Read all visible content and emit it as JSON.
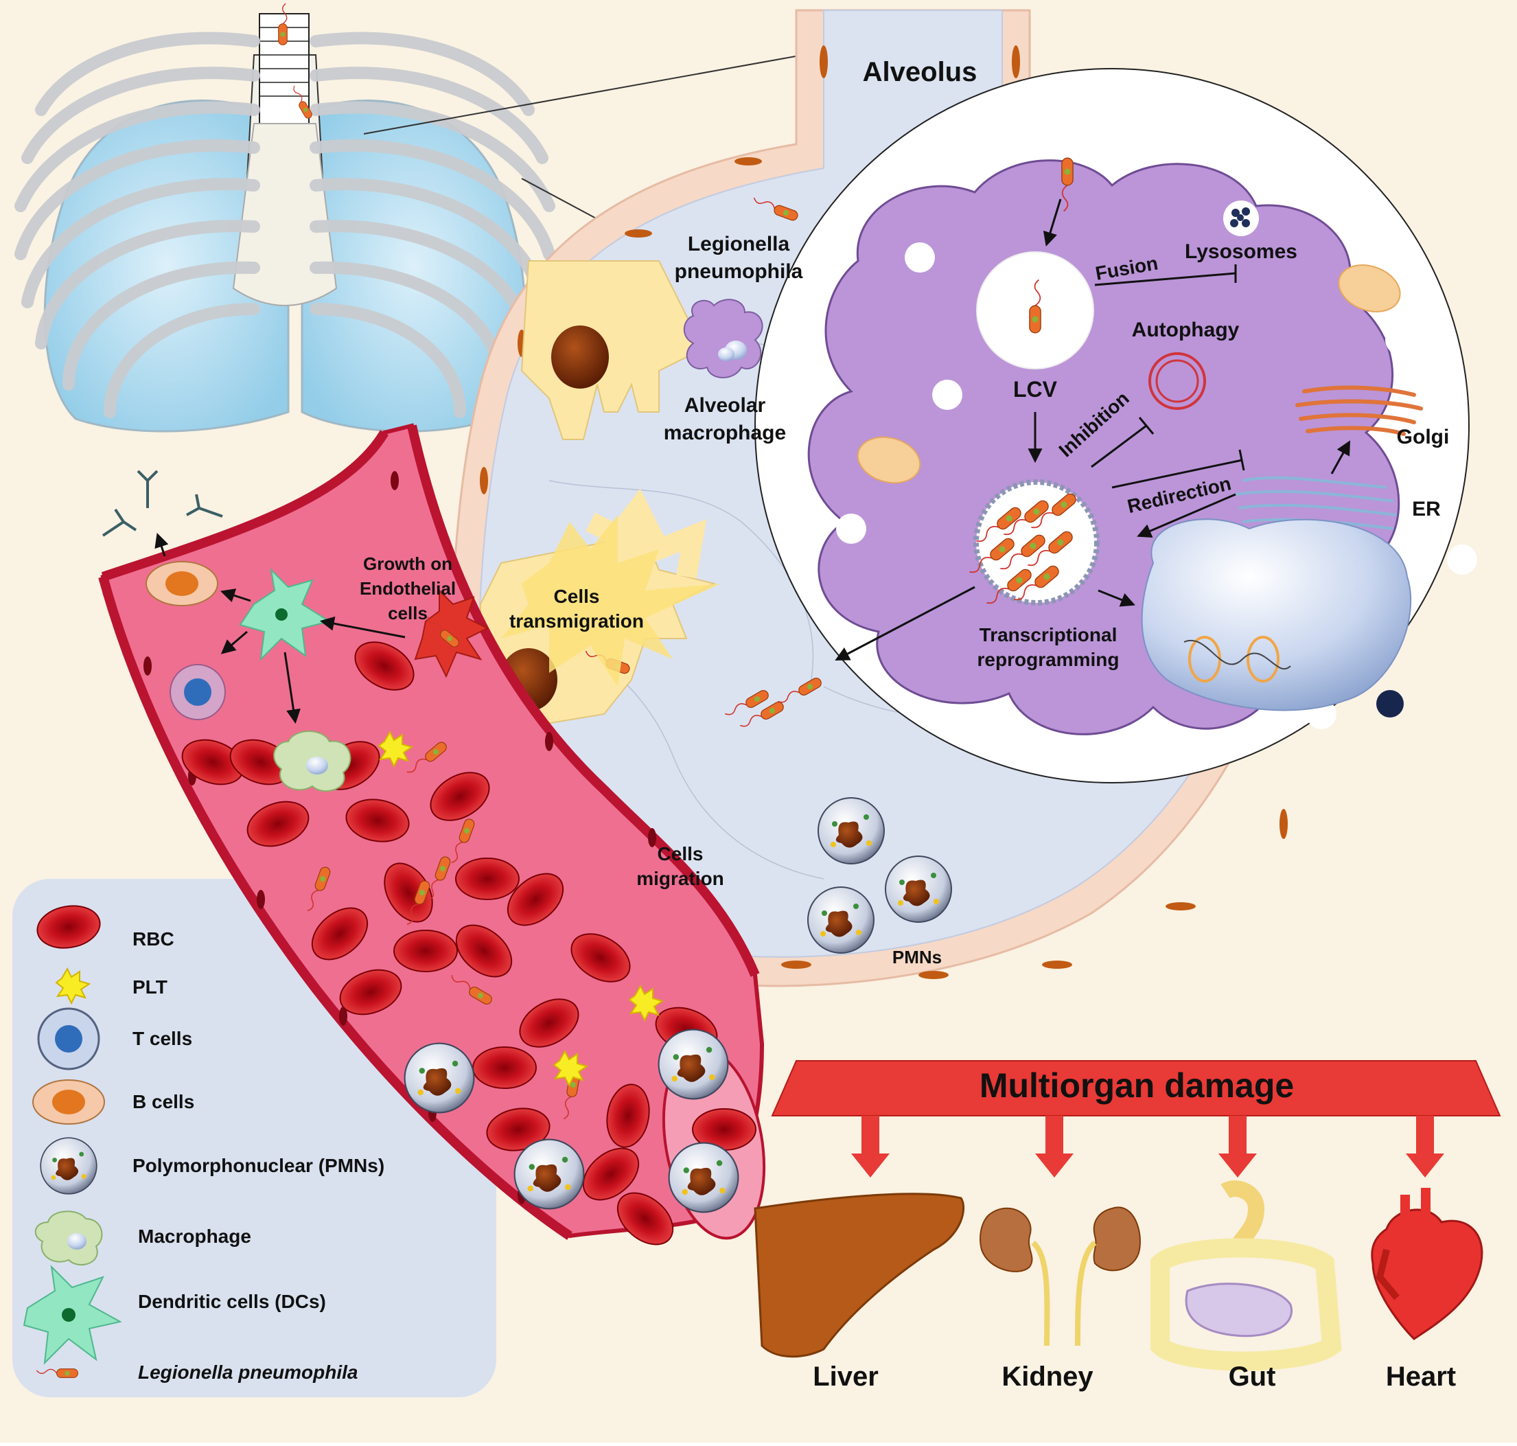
{
  "colors": {
    "background": "#faf2e3",
    "alveolus_wall": "#f6d9c6",
    "alveolus_lumen": "#dbe3f1",
    "macrophage_cytoplasm": "#bb95d8",
    "vessel": "#ef6f91",
    "vessel_inner": "#f59db5",
    "rbc": "#c8111d",
    "legend_panel": "#d9e1ef",
    "banner": "#e83a36",
    "bacterium": "#ea6e2a"
  },
  "labels": {
    "alveolus": "Alveolus",
    "legionella_line1": "Legionella",
    "legionella_line2": "pneumophila",
    "alveolar_macrophage_line1": "Alveolar",
    "alveolar_macrophage_line2": "macrophage",
    "lysosomes": "Lysosomes",
    "fusion": "Fusion",
    "autophagy": "Autophagy",
    "lcv": "LCV",
    "inhibition": "Inhibition",
    "golgi": "Golgi",
    "redirection": "Redirection",
    "er": "ER",
    "transcriptional_line1": "Transcriptional",
    "transcriptional_line2": "reprogramming",
    "growth_line1": "Growth on",
    "growth_line2": "Endothelial",
    "growth_line3": "cells",
    "transmigration_line1": "Cells",
    "transmigration_line2": "transmigration",
    "migration_line1": "Cells",
    "migration_line2": "migration",
    "pmns": "PMNs"
  },
  "legend": [
    {
      "icon": "rbc-icon",
      "label": "RBC"
    },
    {
      "icon": "platelet-icon",
      "label": "PLT"
    },
    {
      "icon": "t-cell-icon",
      "label": "T cells"
    },
    {
      "icon": "b-cell-icon",
      "label": "B cells"
    },
    {
      "icon": "pmn-icon",
      "label": "Polymorphonuclear (PMNs)"
    },
    {
      "icon": "macrophage-icon",
      "label": "Macrophage"
    },
    {
      "icon": "dendritic-cell-icon",
      "label": "Dendritic cells (DCs)"
    },
    {
      "icon": "bacterium-icon",
      "label": "Legionella pneumophila"
    }
  ],
  "banner": {
    "title": "Multiorgan damage"
  },
  "organs": [
    {
      "icon": "liver-icon",
      "label": "Liver"
    },
    {
      "icon": "kidney-icon",
      "label": "Kidney"
    },
    {
      "icon": "gut-icon",
      "label": "Gut"
    },
    {
      "icon": "heart-icon",
      "label": "Heart"
    }
  ]
}
